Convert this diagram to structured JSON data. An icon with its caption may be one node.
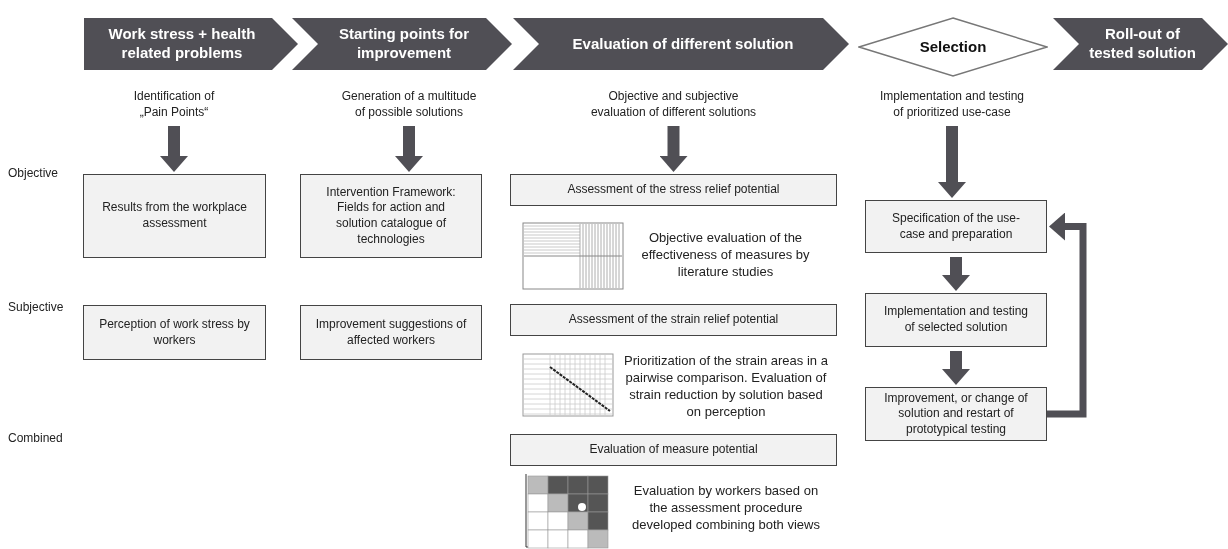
{
  "diagram": {
    "nodes": [
      {
        "text": [
          "Work stress + health related problems"
        ]
      },
      {
        "text": [
          "Starting points for improvement"
        ]
      },
      {
        "text": [
          "Evaluation of different solution"
        ]
      },
      {
        "text": [
          "Selection"
        ]
      },
      {
        "text": [
          "Roll-out of tested solution"
        ]
      },
      {
        "text": [
          "Identification of „Pain Points“"
        ]
      },
      {
        "text": [
          "Generation of a multitude of possible solutions"
        ]
      },
      {
        "text": [
          "Objective and subjective evaluation of different solutions"
        ]
      },
      {
        "text": [
          "Implementation and testing of prioritized use-case"
        ]
      },
      {
        "text": [
          "Results from the workplace assessment"
        ]
      },
      {
        "text": [
          "Intervention Framework: Fields for action and solution catalogue of technologies"
        ]
      },
      {
        "text": [
          "Assessment of the stress relief potential"
        ]
      },
      {
        "text": [
          "Specification of the use-case and preparation"
        ]
      },
      {
        "text": [
          "Perception of work stress by workers"
        ]
      },
      {
        "text": [
          "Improvement suggestions of affected workers"
        ]
      },
      {
        "text": [
          "Assessment of the strain relief potential"
        ]
      },
      {
        "text": [
          "Implementation and testing of selected solution"
        ]
      },
      {
        "text": [
          "Improvement, or change of solution and restart of prototypical testing"
        ]
      },
      {
        "text": [
          "Evaluation of measure potential"
        ]
      }
    ],
    "edges": [
      {
        "from": 5,
        "to": 9,
        "arrow": "to"
      },
      {
        "from": 6,
        "to": 10,
        "arrow": "to"
      },
      {
        "from": 7,
        "to": 11,
        "arrow": "to"
      },
      {
        "from": 8,
        "to": 12,
        "arrow": "to"
      },
      {
        "from": 12,
        "to": 16,
        "arrow": "to"
      },
      {
        "from": 16,
        "to": 17,
        "arrow": "to"
      },
      {
        "from": 17,
        "to": 12,
        "arrow": "to"
      }
    ],
    "labels": [
      "Objective",
      "Objective evaluation of the effectiveness of measures by literature studies",
      "Subjective",
      "Prioritization of the strain areas in a pairwise comparison. Evaluation of strain reduction by solution based on perception",
      "Combined",
      "Evaluation by workers based on the assessment procedure developed combining both views"
    ]
  }
}
